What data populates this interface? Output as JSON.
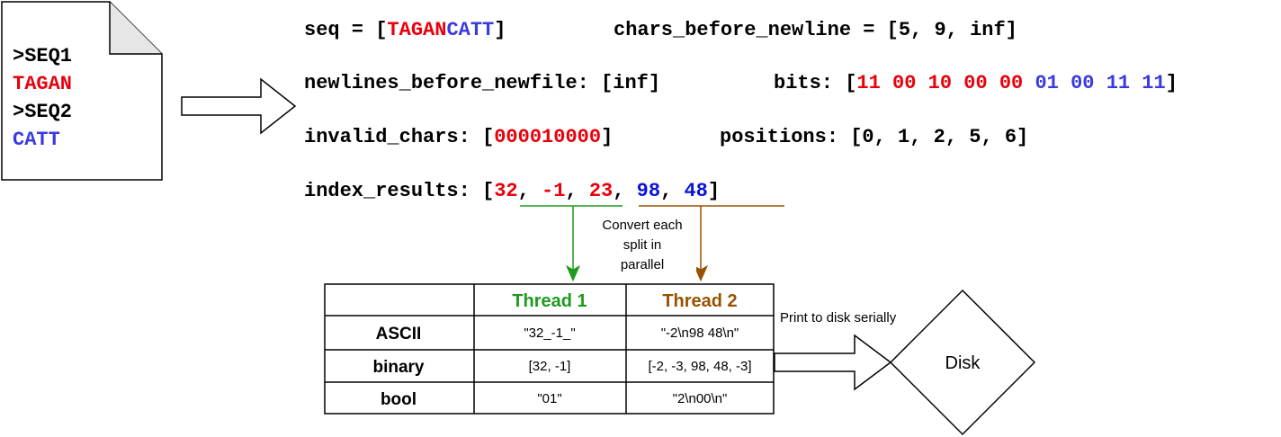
{
  "file": {
    "lines": [
      ">SEQ1",
      "TAGAN",
      ">SEQ2",
      "CATT"
    ],
    "line_colors": [
      "#000000",
      "#e8000b",
      "#000000",
      "#3a3adf"
    ]
  },
  "code": {
    "seq_label": "seq = [",
    "seq_part1": "TAGAN",
    "seq_part2": "CATT",
    "seq_close": "]",
    "chars_before_newline": "chars_before_newline = [5, 9, inf]",
    "newlines_before_newfile": "newlines_before_newfile: [inf]",
    "bits_label": "bits: [",
    "bits_red": [
      "11",
      "00",
      "10",
      "00",
      "00"
    ],
    "bits_blue": [
      "01",
      "00",
      "11",
      "11"
    ],
    "bits_close": "]",
    "invalid_label": "invalid_chars: [",
    "invalid_a": "0000",
    "invalid_b": "1",
    "invalid_c": "0000",
    "invalid_close": "]",
    "positions": "positions: [0, 1, 2, 5, 6]",
    "index_label": "index_results: [",
    "index_values": [
      "32",
      "-1",
      "23",
      "98",
      "48"
    ],
    "index_colors": [
      "#e8000b",
      "#e8000b",
      "#e8000b",
      "#0a12d8",
      "#0a12d8"
    ],
    "index_sep": ", ",
    "index_close": "]"
  },
  "annotation": {
    "convert_lines": [
      "Convert each",
      "split in",
      "parallel"
    ],
    "print_label": "Print to disk serially",
    "disk_label": "Disk"
  },
  "table": {
    "headers": [
      "",
      "Thread 1",
      "Thread 2"
    ],
    "header_colors": [
      "#000000",
      "#1e9a1e",
      "#995100"
    ],
    "rows": [
      {
        "label": "ASCII",
        "t1": "\"32_-1_\"",
        "t2": "\"-2\\n98 48\\n\""
      },
      {
        "label": "binary",
        "t1": "[32, -1]",
        "t2": "[-2, -3, 98, 48, -3]"
      },
      {
        "label": "bool",
        "t1": "\"01\"",
        "t2": "\"2\\n00\\n\""
      }
    ]
  },
  "colors": {
    "thread1": "#1e9a1e",
    "thread2": "#995100",
    "red": "#e8000b",
    "blue": "#3a3adf"
  }
}
